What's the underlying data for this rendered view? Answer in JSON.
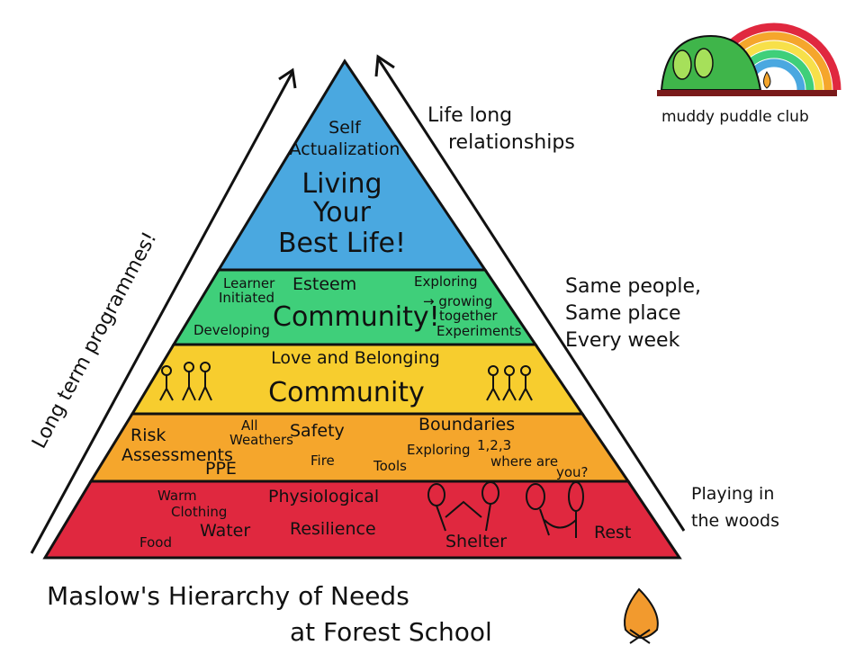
{
  "logo": {
    "text": "muddy puddle club"
  },
  "title": {
    "line1": "Maslow's Hierarchy of Needs",
    "line2": "at Forest School"
  },
  "side_left": "Long term programmes!",
  "side_right": {
    "top": [
      "Life long",
      "relationships"
    ],
    "middle": [
      "Same people,",
      "Same place",
      "Every week"
    ],
    "bottom": [
      "Playing in",
      "the woods"
    ]
  },
  "levels": {
    "self_actualization": {
      "color": "#4aa8e0",
      "label": [
        "Self",
        "Actualization"
      ],
      "main": [
        "Living",
        "Your",
        "Best Life!"
      ]
    },
    "esteem": {
      "color": "#3fcf7a",
      "label": "Esteem",
      "left": [
        "Learner",
        "Initiated",
        "Developing"
      ],
      "main": "Community!",
      "right": [
        "Exploring",
        "→ growing",
        "together",
        "Experiments"
      ]
    },
    "love": {
      "color": "#f7cd2e",
      "label": "Love and Belonging",
      "main": "Community"
    },
    "safety": {
      "color": "#f5a62c",
      "items": [
        "Risk",
        "Assessments",
        "All",
        "Weathers",
        "Safety",
        "PPE",
        "Fire",
        "Tools",
        "Boundaries",
        "Exploring",
        "1,2,3",
        "where are",
        "you?"
      ]
    },
    "physiological": {
      "color": "#e0283f",
      "items": [
        "Warm",
        "Clothing",
        "Physiological",
        "Food",
        "Water",
        "Resilience",
        "Shelter",
        "Rest"
      ]
    }
  }
}
